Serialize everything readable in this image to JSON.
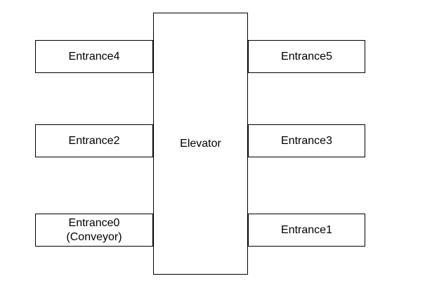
{
  "diagram": {
    "elevator": {
      "label": "Elevator"
    },
    "entrances": {
      "entrance0": {
        "label": "Entrance0\n(Conveyor)"
      },
      "entrance1": {
        "label": "Entrance1"
      },
      "entrance2": {
        "label": "Entrance2"
      },
      "entrance3": {
        "label": "Entrance3"
      },
      "entrance4": {
        "label": "Entrance4"
      },
      "entrance5": {
        "label": "Entrance5"
      }
    }
  }
}
